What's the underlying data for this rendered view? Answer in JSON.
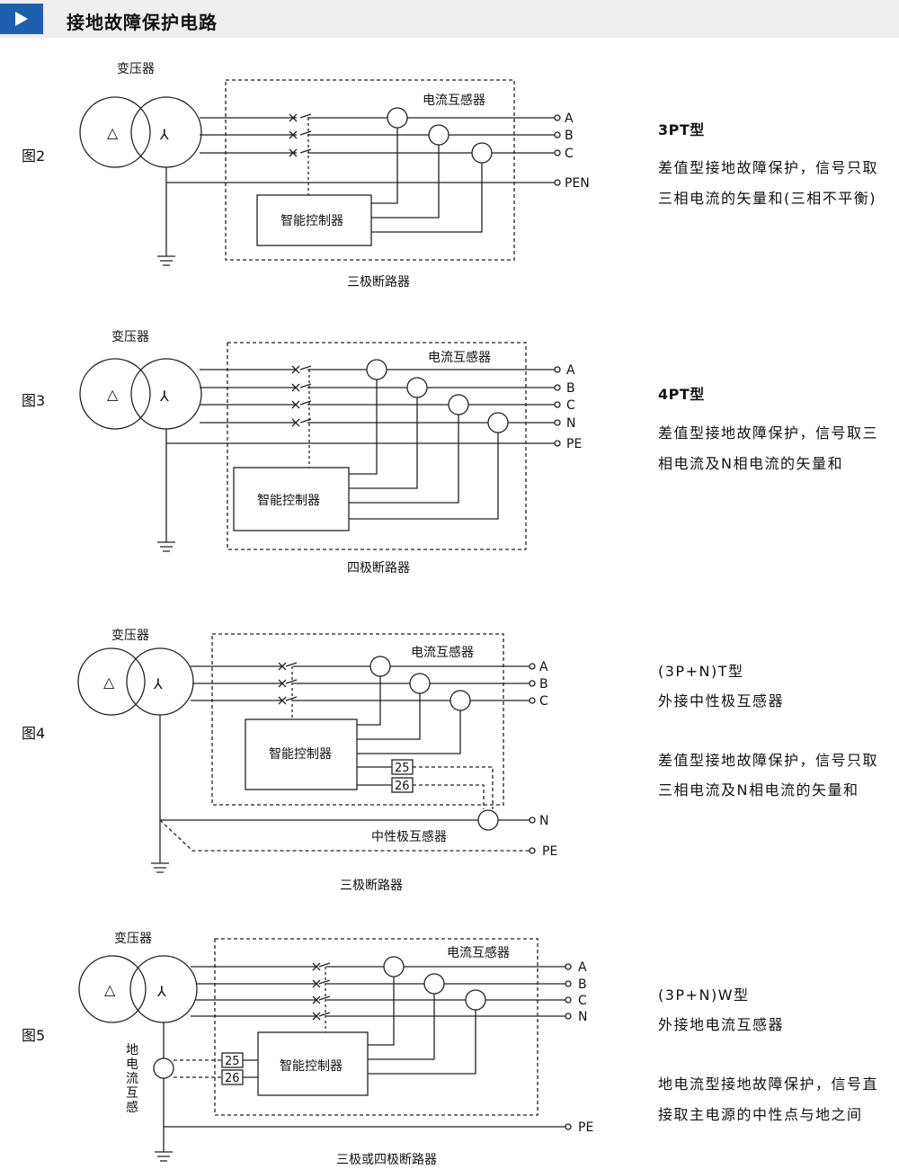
{
  "header": {
    "title": "接地故障保护电路"
  },
  "labels": {
    "transformer": "变压器",
    "ct": "电流互感器",
    "controller": "智能控制器",
    "neutral_ct": "中性极互感器",
    "ground_ct": "地电流互感器",
    "t25": "25",
    "t26": "26",
    "A": "A",
    "B": "B",
    "C": "C",
    "N": "N",
    "PE": "PE",
    "PEN": "PEN",
    "delta": "△",
    "wye": "⅄"
  },
  "fig2": {
    "label": "图2",
    "breaker": "三极断路器",
    "type": "3PT型",
    "desc1": "差值型接地故障保护，信号只取",
    "desc2": "三相电流的矢量和(三相不平衡)"
  },
  "fig3": {
    "label": "图3",
    "breaker": "四极断路器",
    "type": "4PT型",
    "desc1": "差值型接地故障保护，信号取三",
    "desc2": "相电流及N相电流的矢量和"
  },
  "fig4": {
    "label": "图4",
    "breaker": "三极断路器",
    "type": "(3P+N)T型",
    "sub": "外接中性极互感器",
    "desc1": "差值型接地故障保护，信号只取",
    "desc2": "三相电流及N相电流的矢量和"
  },
  "fig5": {
    "label": "图5",
    "breaker": "三极或四极断路器",
    "type": "(3P+N)W型",
    "sub": "外接地电流互感器",
    "desc1": "地电流型接地故障保护，信号直",
    "desc2": "接取主电源的中性点与地之间"
  }
}
